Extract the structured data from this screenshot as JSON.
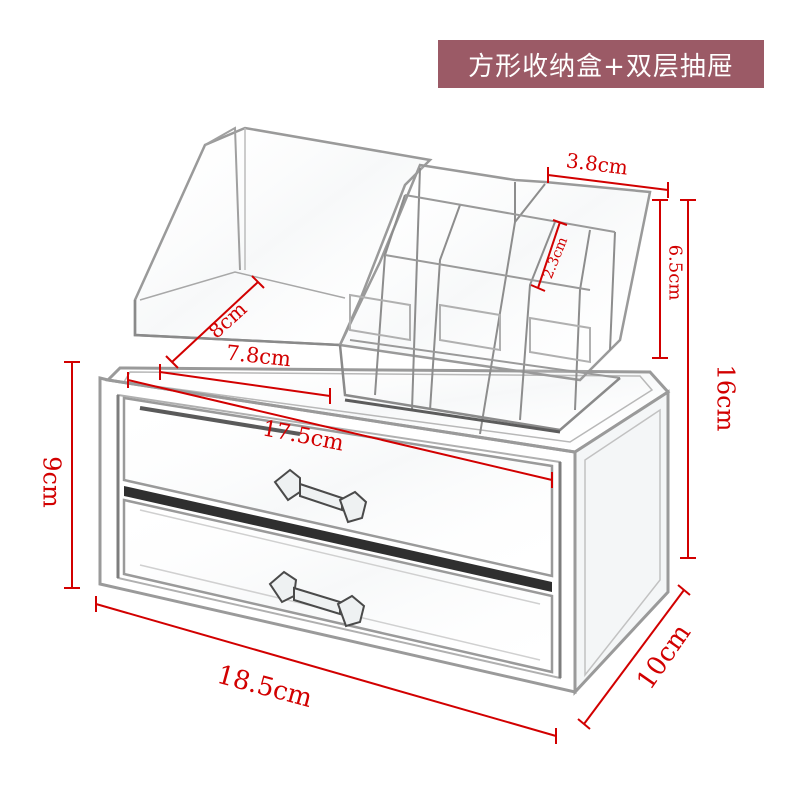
{
  "title": "方形收纳盒+双层抽屉",
  "dimensions": {
    "compartment_width": "3.8cm",
    "compartment_depth": "2.3cm",
    "compartment_height": "6.5cm",
    "tray_depth": "8cm",
    "tray_width": "7.8cm",
    "top_width": "17.5cm",
    "total_height": "16cm",
    "drawer_height": "9cm",
    "base_width": "18.5cm",
    "base_depth": "10cm"
  },
  "colors": {
    "banner": "#9b5a66",
    "dimension": "#d20000",
    "acrylic_edge": "#9a9a9a",
    "acrylic_dark": "#4a4a4a"
  }
}
